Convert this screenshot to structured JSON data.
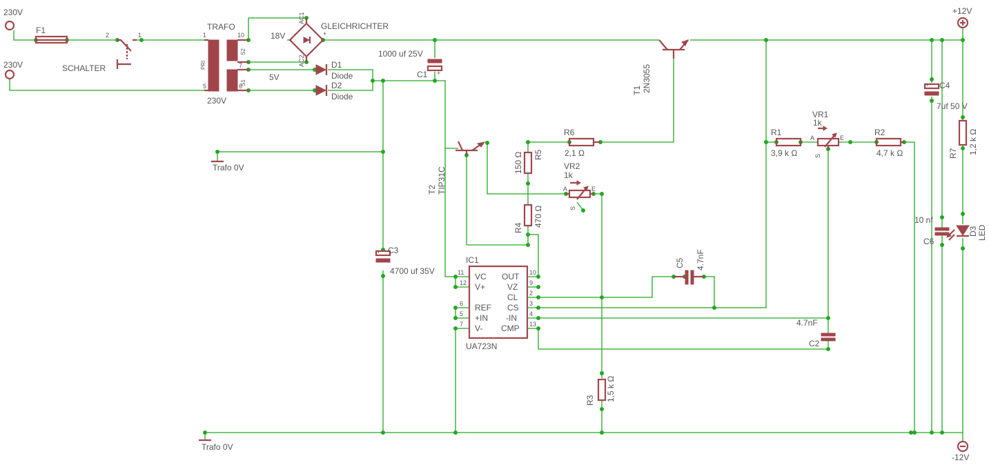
{
  "colors": {
    "wire": "#22a822",
    "part": "#a0464b",
    "text": "#555555",
    "background": "#ffffff"
  },
  "terminals": {
    "mains_top": "230V",
    "mains_bottom": "230V",
    "out_pos": "+12V",
    "out_neg": "-12V"
  },
  "fuse": {
    "name": "F1"
  },
  "switch": {
    "name": "SCHALTER",
    "pin1": "1",
    "pin2": "2"
  },
  "transformer": {
    "name": "TRAFO",
    "pri_label": "PRI",
    "s1_label": "S1",
    "s2_label": "S2",
    "pin1": "1",
    "pin5": "5",
    "pin10": "10",
    "pin_s2": "7",
    "pin_s1": "6",
    "voltage": "230V"
  },
  "rectifier": {
    "name": "GLEICHRICHTER",
    "voltage": "18V",
    "ac1": "AC1",
    "ac2": "AC2",
    "plus": "+",
    "minus": "-"
  },
  "diodes": [
    {
      "name": "D1",
      "value": "Diode"
    },
    {
      "name": "D2",
      "value": "Diode"
    }
  ],
  "label_5v": "5V",
  "capacitors": {
    "c1": {
      "name": "C1",
      "value": "1000 uf 25V"
    },
    "c2": {
      "name": "C2",
      "value": "4.7nF"
    },
    "c3": {
      "name": "C3",
      "value": "4700 uf 35V"
    },
    "c4": {
      "name": "C4",
      "value": "7uf 50 V"
    },
    "c5": {
      "name": "C5",
      "value": "4.7nF"
    },
    "c6": {
      "name": "C6",
      "value": "10 nf"
    }
  },
  "ground": {
    "mid": "Trafo 0V",
    "bottom": "Trafo 0V"
  },
  "transistors": {
    "t1": {
      "name": "T1",
      "type": "2N3055"
    },
    "t2": {
      "name": "T2",
      "type": "TIP31C"
    }
  },
  "resistors": {
    "r1": {
      "name": "R1",
      "value": "3,9 k Ω"
    },
    "r2": {
      "name": "R2",
      "value": "4,7 k Ω"
    },
    "r3": {
      "name": "R3",
      "value": "1,5 k Ω"
    },
    "r4": {
      "name": "R4",
      "value": "470 Ω"
    },
    "r5": {
      "name": "R5",
      "value": "150 Ω"
    },
    "r6": {
      "name": "R6",
      "value": "2,1 Ω"
    },
    "r7": {
      "name": "R7",
      "value": "1,2 k Ω"
    }
  },
  "pots": {
    "vr1": {
      "name": "VR1",
      "value": "1k",
      "a": "A",
      "e": "E",
      "s": "S"
    },
    "vr2": {
      "name": "VR2",
      "value": "1k",
      "a": "A",
      "e": "E",
      "s": "S"
    }
  },
  "led": {
    "name": "D3",
    "value": "LED"
  },
  "ic": {
    "name": "IC1",
    "part": "UA723N",
    "left_pins": [
      {
        "num": "11",
        "label": "VC"
      },
      {
        "num": "12",
        "label": "V+"
      },
      {
        "num": "6",
        "label": "REF"
      },
      {
        "num": "5",
        "label": "+IN"
      },
      {
        "num": "7",
        "label": "V-"
      }
    ],
    "right_pins": [
      {
        "num": "10",
        "label": "OUT"
      },
      {
        "num": "9",
        "label": "VZ"
      },
      {
        "num": "2",
        "label": "CL"
      },
      {
        "num": "3",
        "label": "CS"
      },
      {
        "num": "4",
        "label": "-IN"
      },
      {
        "num": "13",
        "label": "CMP"
      }
    ]
  }
}
